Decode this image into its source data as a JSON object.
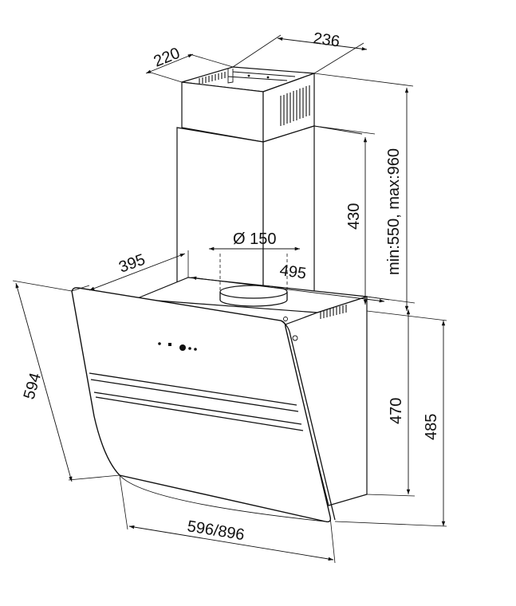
{
  "dimensions": {
    "chimney_depth": "220",
    "chimney_width": "236",
    "duct_diameter": "Ø 150",
    "chimney_lower_height": "430",
    "chimney_adjustable": "min:550, max:960",
    "body_depth": "395",
    "body_width": "495",
    "glass_height": "594",
    "body_height_front": "470",
    "body_height_total": "485",
    "overall_width": "596/896"
  }
}
